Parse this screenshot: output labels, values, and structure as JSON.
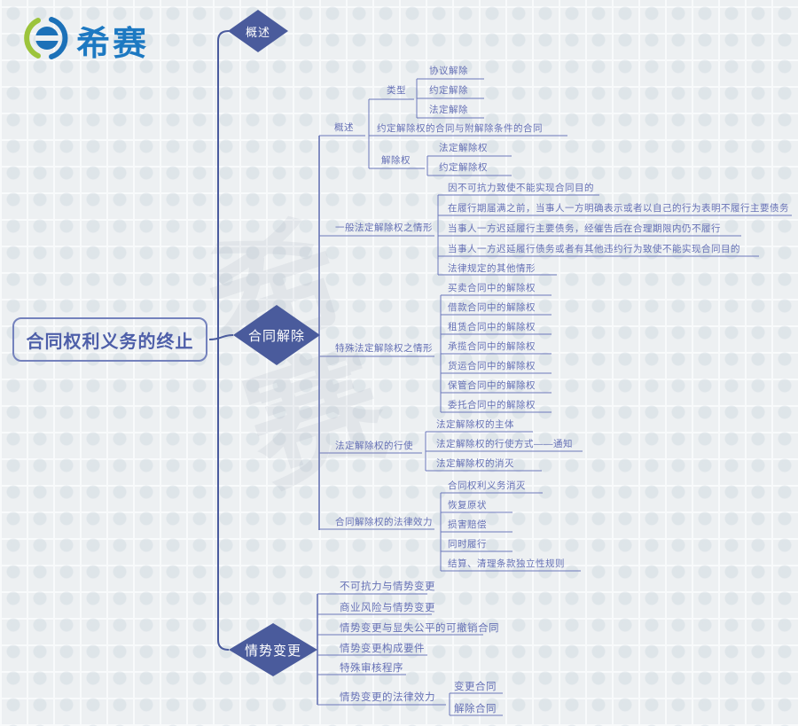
{
  "logo": {
    "brand": "希赛"
  },
  "watermark": "希赛",
  "root": {
    "label": "合同权利义务的终止"
  },
  "overview": {
    "label": "概述"
  },
  "contract_rescission": {
    "label": "合同解除",
    "overview": {
      "label": "概述",
      "type": {
        "label": "类型",
        "items": [
          "协议解除",
          "约定解除",
          "法定解除"
        ]
      },
      "agreed_clause": "约定解除权的合同与附解除条件的合同",
      "right": {
        "label": "解除权",
        "items": [
          "法定解除权",
          "约定解除权"
        ]
      }
    },
    "general": {
      "label": "一般法定解除权之情形",
      "items": [
        "因不可抗力致使不能实现合同目的",
        "在履行期届满之前，当事人一方明确表示或者以自己的行为表明不履行主要债务",
        "当事人一方迟延履行主要债务，经催告后在合理期限内仍不履行",
        "当事人一方迟延履行债务或者有其他违约行为致使不能实现合同目的",
        "法律规定的其他情形"
      ]
    },
    "special": {
      "label": "特殊法定解除权之情形",
      "items": [
        "买卖合同中的解除权",
        "借款合同中的解除权",
        "租赁合同中的解除权",
        "承揽合同中的解除权",
        "货运合同中的解除权",
        "保管合同中的解除权",
        "委托合同中的解除权"
      ]
    },
    "exercise": {
      "label": "法定解除权的行使",
      "items": [
        "法定解除权的主体",
        "法定解除权的行使方式——通知",
        "法定解除权的消灭"
      ]
    },
    "effect": {
      "label": "合同解除权的法律效力",
      "items": [
        "合同权利义务消灭",
        "恢复原状",
        "损害赔偿",
        "同时履行",
        "结算、清理条款独立性规则"
      ]
    }
  },
  "circumstance_change": {
    "label": "情势变更",
    "items": [
      "不可抗力与情势变更",
      "商业风险与情势变更",
      "情势变更与显失公平的可撤销合同",
      "情势变更构成要件",
      "特殊审核程序"
    ],
    "effect": {
      "label": "情势变更的法律效力",
      "items": [
        "变更合同",
        "解除合同"
      ]
    }
  }
}
